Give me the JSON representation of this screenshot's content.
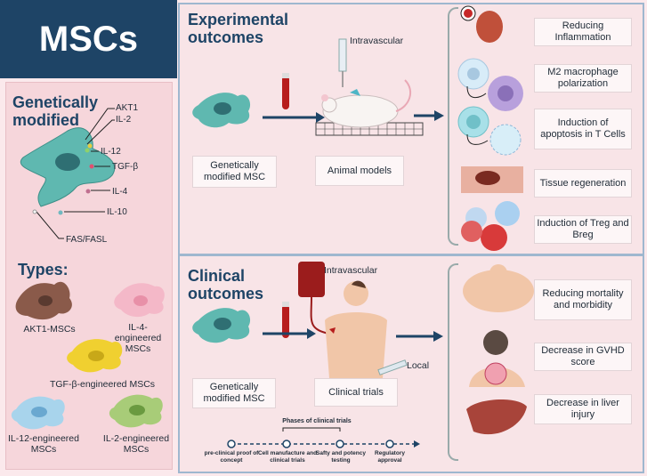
{
  "title": "MSCs",
  "left": {
    "genetically_modified": "Genetically modified",
    "genes": [
      "AKT1",
      "IL-2",
      "IL-12",
      "TGF-β",
      "IL-4",
      "IL-10",
      "FAS/FASL"
    ],
    "types_heading": "Types:",
    "types": [
      "AKT1-MSCs",
      "IL-4-engineered MSCs",
      "TGF-β-engineered MSCs",
      "IL-12-engineered MSCs",
      "IL-2-engineered MSCs"
    ]
  },
  "experimental": {
    "heading": "Experimental outcomes",
    "intravascular": "Intravascular",
    "msc_label": "Genetically modified  MSC",
    "animal_label": "Animal models",
    "outcomes": [
      "Reducing Inflammation",
      "M2 macrophage polarization",
      "Induction of apoptosis in T Cells",
      "Tissue regeneration",
      "Induction of Treg and Breg"
    ]
  },
  "clinical": {
    "heading": "Clinical outcomes",
    "intravascular": "Intravascular",
    "local": "Local",
    "msc_label": "Genetically modified MSC",
    "trials_label": "Clinical trials",
    "phases_title": "Phases of clinical trials",
    "phases": [
      "pre-clinical proof of concept",
      "Cell manufacture and clinical trials",
      "Safty and potency testing",
      "Regulatory approval"
    ],
    "outcomes": [
      "Reducing mortality and morbidity",
      "Decrease  in GVHD score",
      "Decrease  in liver injury"
    ]
  },
  "colors": {
    "navy": "#1e4466",
    "panel": "#f6d6db",
    "frame": "#9fb7cf",
    "msc": "#5fb8b0"
  }
}
